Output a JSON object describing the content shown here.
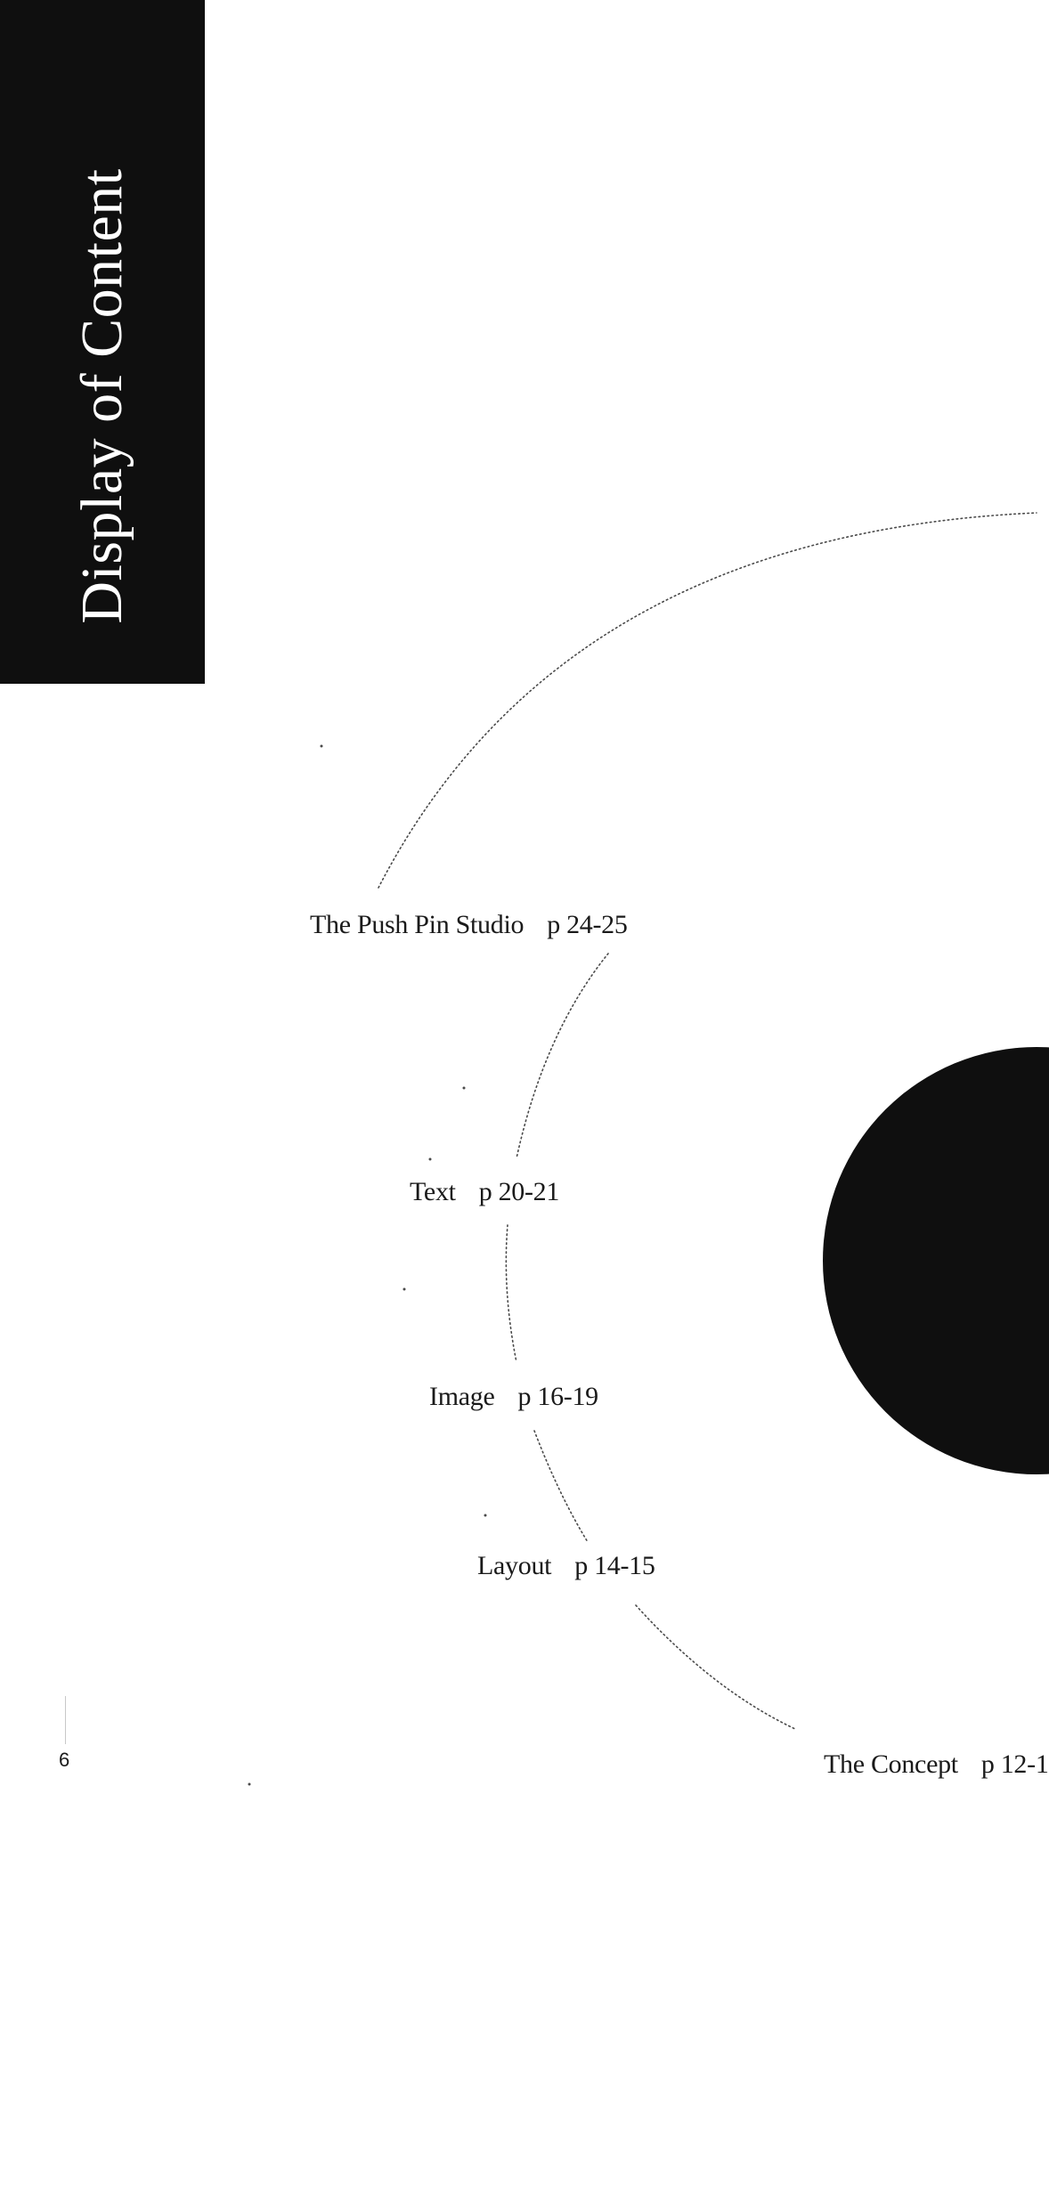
{
  "page": {
    "title": "Display of Content",
    "page_number": "6",
    "accent_color": "#0f0f0f",
    "background_color": "#ffffff"
  },
  "toc": {
    "items": [
      {
        "label": "The Push Pin Studio",
        "pages": "p 24-25"
      },
      {
        "label": "Text",
        "pages": "p 20-21"
      },
      {
        "label": "Image",
        "pages": "p 16-19"
      },
      {
        "label": "Layout",
        "pages": "p 14-15"
      },
      {
        "label": "The Concept",
        "pages": "p 12-1"
      }
    ]
  }
}
